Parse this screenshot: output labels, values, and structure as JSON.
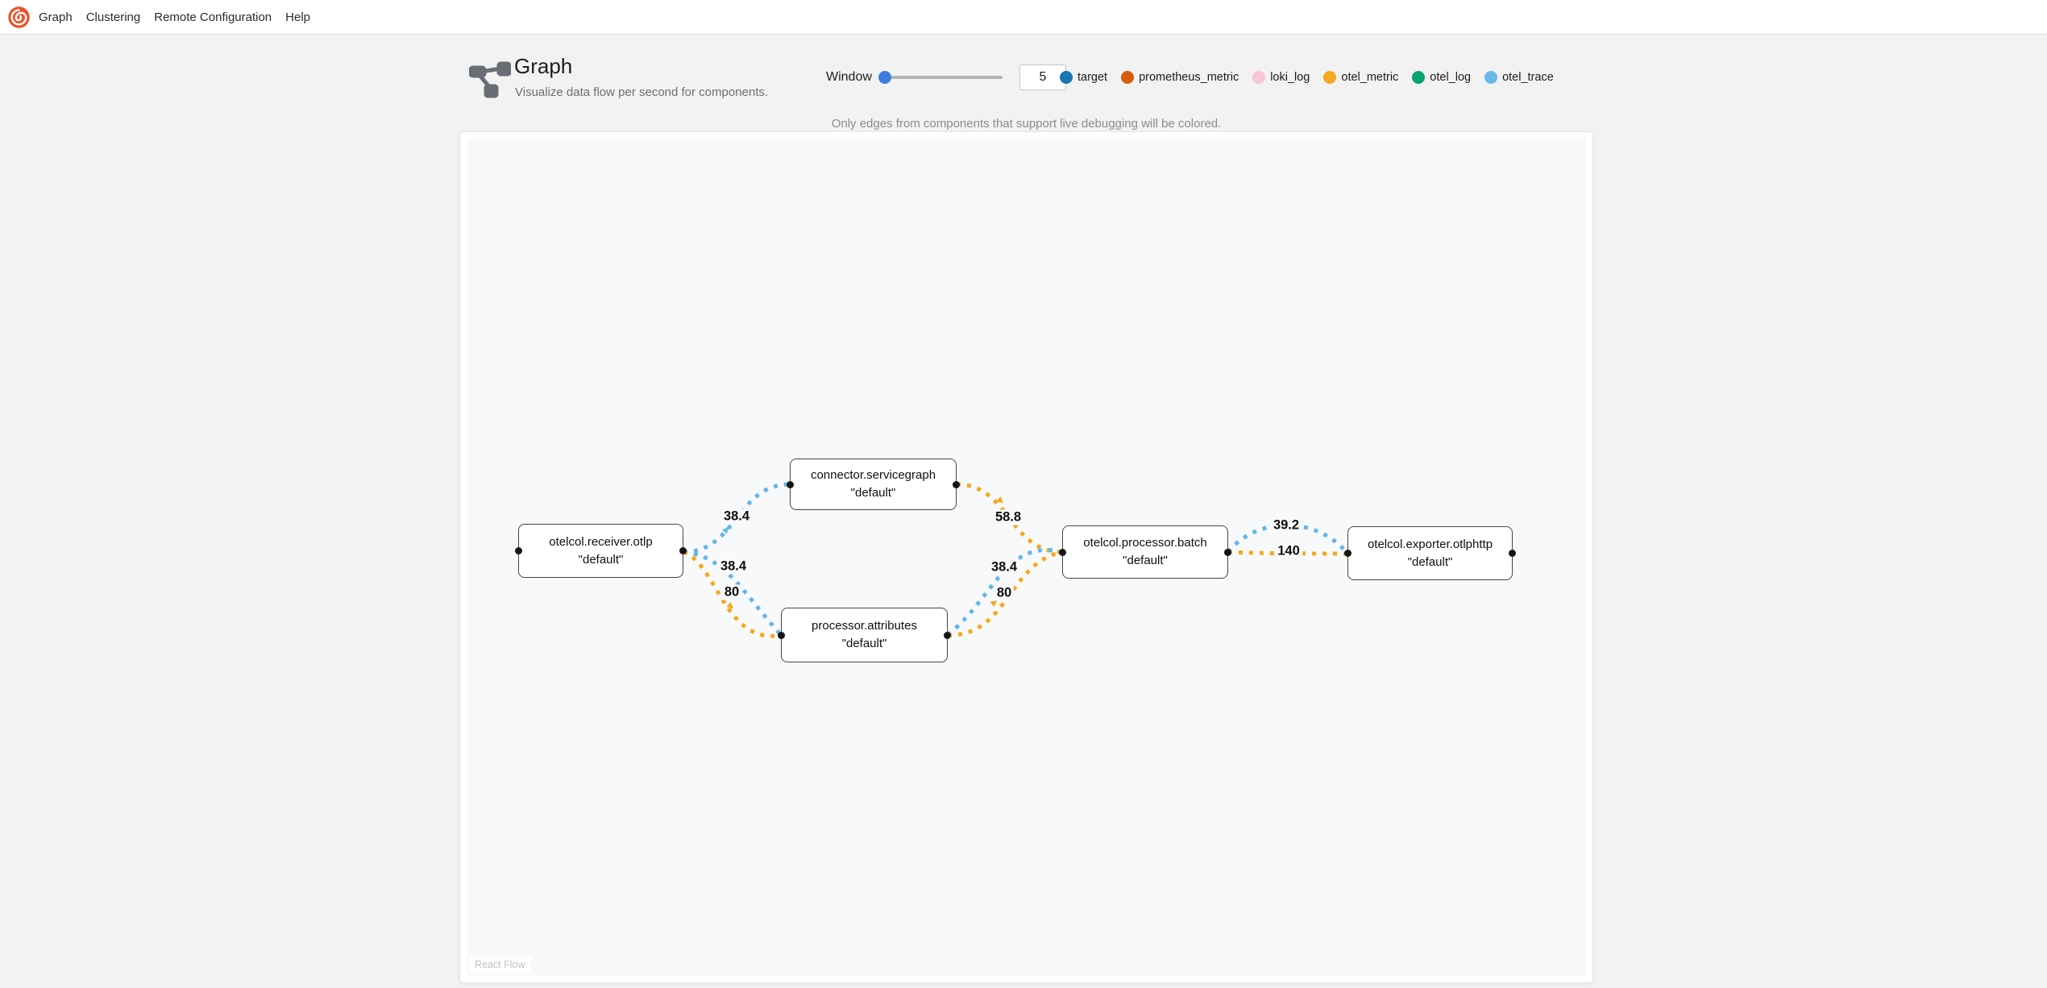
{
  "menu": {
    "items": [
      {
        "label": "Graph"
      },
      {
        "label": "Clustering"
      },
      {
        "label": "Remote Configuration"
      },
      {
        "label": "Help"
      }
    ]
  },
  "header": {
    "title": "Graph",
    "subtitle": "Visualize data flow per second for components.",
    "window_label": "Window",
    "window_value": "5"
  },
  "legend": {
    "items": [
      {
        "label": "target",
        "color": "#1b76b4"
      },
      {
        "label": "prometheus_metric",
        "color": "#d55d0c"
      },
      {
        "label": "loki_log",
        "color": "#f8c5d2"
      },
      {
        "label": "otel_metric",
        "color": "#f5a71e"
      },
      {
        "label": "otel_log",
        "color": "#0aa36e"
      },
      {
        "label": "otel_trace",
        "color": "#68b9e9"
      }
    ]
  },
  "note": "Only edges from components that support live debugging will be colored.",
  "graph": {
    "nodes": [
      {
        "name": "otelcol.receiver.otlp",
        "instance": "\"default\""
      },
      {
        "name": "connector.servicegraph",
        "instance": "\"default\""
      },
      {
        "name": "processor.attributes",
        "instance": "\"default\""
      },
      {
        "name": "otelcol.processor.batch",
        "instance": "\"default\""
      },
      {
        "name": "otelcol.exporter.otlphttp",
        "instance": "\"default\""
      }
    ],
    "edges": [
      {
        "from": "otelcol.receiver.otlp",
        "to": "connector.servicegraph",
        "type": "otel_trace",
        "value": "38.4"
      },
      {
        "from": "otelcol.receiver.otlp",
        "to": "processor.attributes",
        "type": "otel_trace",
        "value": "38.4"
      },
      {
        "from": "otelcol.receiver.otlp",
        "to": "processor.attributes",
        "type": "otel_metric",
        "value": "80"
      },
      {
        "from": "connector.servicegraph",
        "to": "otelcol.processor.batch",
        "type": "otel_metric",
        "value": "58.8"
      },
      {
        "from": "processor.attributes",
        "to": "otelcol.processor.batch",
        "type": "otel_trace",
        "value": "38.4"
      },
      {
        "from": "processor.attributes",
        "to": "otelcol.processor.batch",
        "type": "otel_metric",
        "value": "80"
      },
      {
        "from": "otelcol.processor.batch",
        "to": "otelcol.exporter.otlphttp",
        "type": "otel_trace",
        "value": "39.2"
      },
      {
        "from": "otelcol.processor.batch",
        "to": "otelcol.exporter.otlphttp",
        "type": "otel_metric",
        "value": "140"
      }
    ]
  },
  "attribution": "React Flow",
  "colors": {
    "page_background": "#f2f2f2",
    "canvas_background": "#f8f9fa",
    "edge_otel_trace": "#64b6e8",
    "edge_otel_metric": "#f6a81c",
    "slider_accent": "#3d7ce0",
    "logo_orange": "#f04e23"
  }
}
